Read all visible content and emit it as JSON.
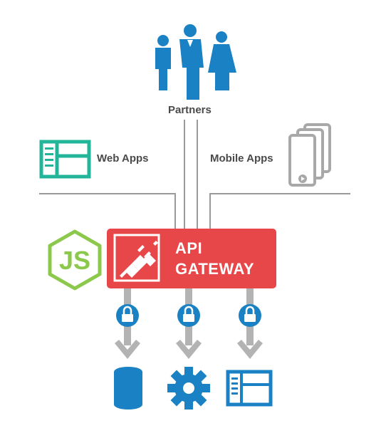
{
  "partners": {
    "label": "Partners",
    "icon": "people-icon"
  },
  "web_apps": {
    "label": "Web Apps",
    "icon": "browser-window-icon"
  },
  "mobile_apps": {
    "label": "Mobile Apps",
    "icon": "mobile-devices-icon"
  },
  "gateway": {
    "line1": "API",
    "line2": "GATEWAY",
    "icon": "plug-icon",
    "color": "#e8474a"
  },
  "runtime": {
    "icon": "nodejs-logo",
    "color": "#8cc84b"
  },
  "services": [
    {
      "icon": "database-icon",
      "lock": "lock-icon"
    },
    {
      "icon": "gear-icon",
      "lock": "lock-icon"
    },
    {
      "icon": "browser-window-icon",
      "lock": "lock-icon"
    }
  ],
  "colors": {
    "blue": "#1a82c4",
    "teal": "#22b59a",
    "gray_line": "#9a9a9a",
    "arrow": "#b3b3b3",
    "mobile_gray": "#a8a8a8"
  }
}
